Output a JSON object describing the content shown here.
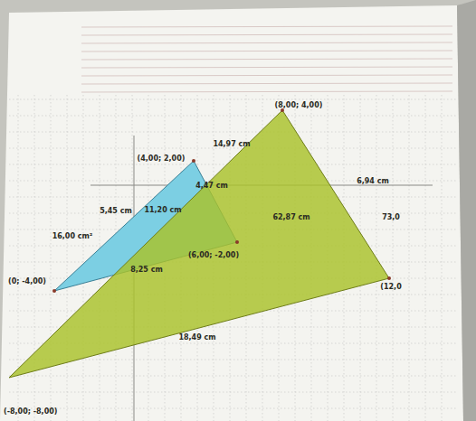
{
  "diagram": {
    "labels": [
      "(8,00; 4,00)",
      "(4,00; 2,00)",
      "14,97 cm",
      "4,47 cm",
      "6,94 cm",
      "73,0",
      "5,45 cm",
      "11,20 cm",
      "62,87 cm",
      "16,00 cm²",
      "(6,00; -2,00)",
      "(0; -4,00)",
      "8,25 cm",
      "(12,0",
      "18,49 cm",
      "(-8,00; -8,00)"
    ]
  }
}
